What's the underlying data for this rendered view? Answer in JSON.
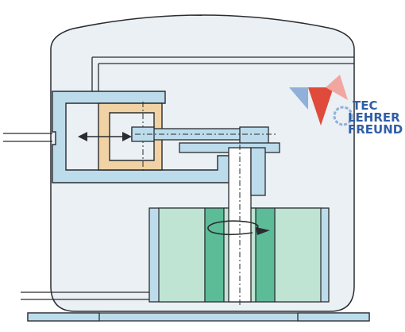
{
  "colors": {
    "background": "#ffffff",
    "housing_fill": "#eaf0f4",
    "outline": "#2a2c30",
    "blue_part": "#bcdcec",
    "tan_part": "#f1d2a4",
    "stator_light": "#bfe4d4",
    "stator_dark": "#5cbc98",
    "logo_red": "#e04a3a",
    "logo_blue": "#2f5fa8",
    "logo_pink": "#f2a6a0",
    "logo_lightblue": "#8fb0d8"
  },
  "logo": {
    "line1": "TEC",
    "line2": "LEHRER",
    "line3": "FREUND"
  }
}
